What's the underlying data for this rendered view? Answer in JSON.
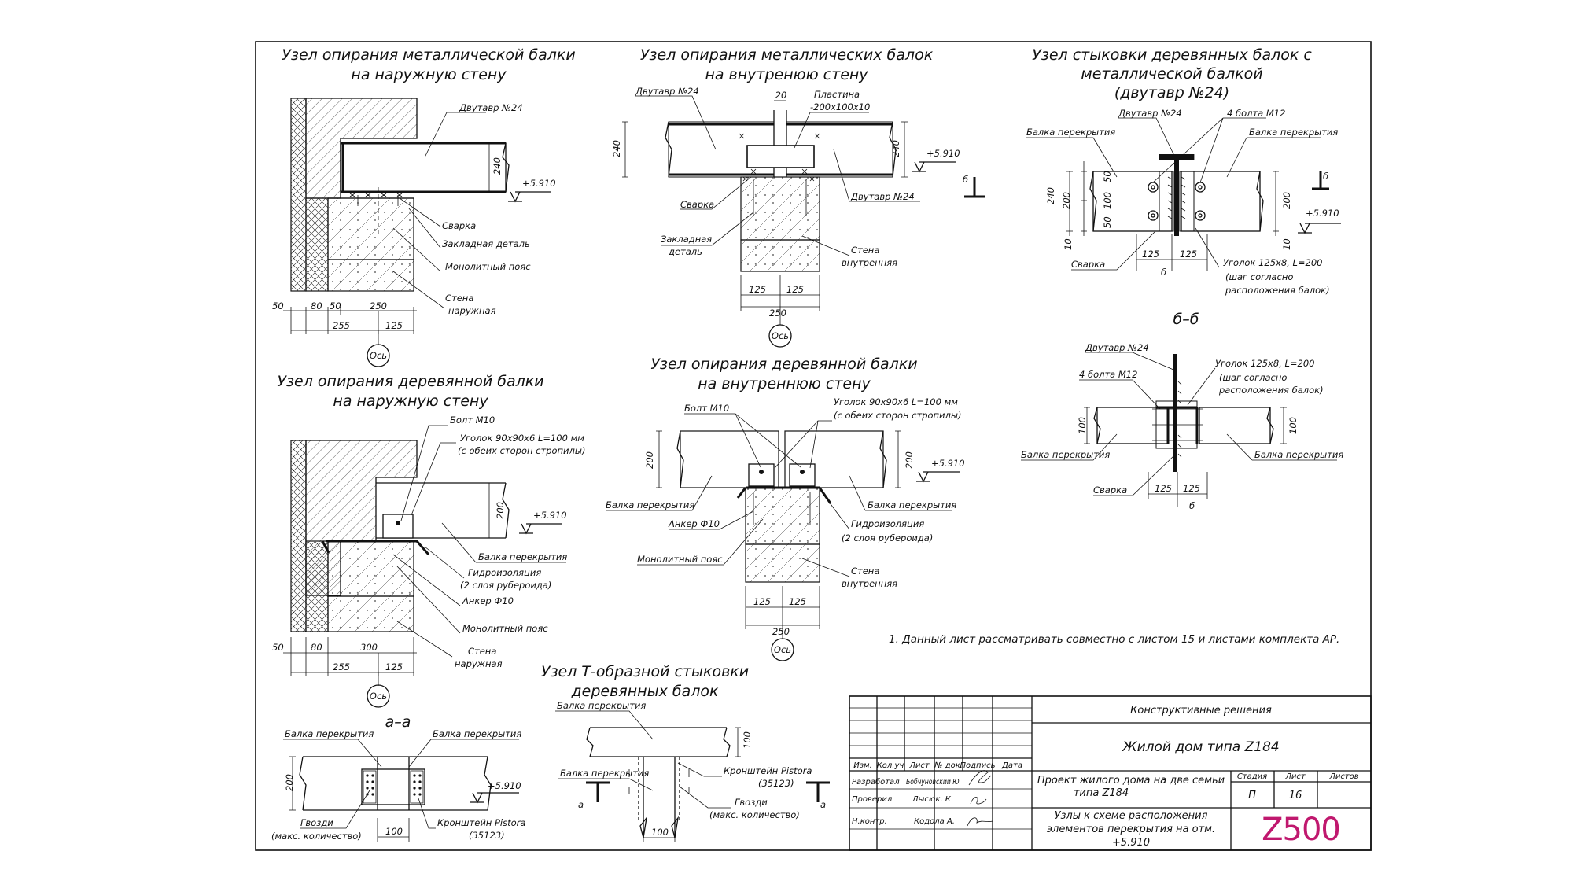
{
  "titles": {
    "n1": [
      "Узел опирания металлической балки",
      "на наружную стену"
    ],
    "n2": [
      "Узел опирания металлических балок",
      "на внутренюю стену"
    ],
    "n3": [
      "Узел стыковки деревянных балок с",
      "металлической балкой",
      "(двутавр №24)"
    ],
    "n4": [
      "Узел опирания деревянной балки",
      "на наружную стену"
    ],
    "n5": [
      "Узел опирания деревянной балки",
      "на внутреннюю стену"
    ],
    "n6": [
      "Узел Т-образной стыковки",
      "деревянных балок"
    ],
    "sec_bb": "б–б",
    "sec_aa": "а–а"
  },
  "labels": {
    "dvutavr24": "Двутавр №24",
    "svarka": "Сварка",
    "zakl": "Закладная деталь",
    "zakl_1": "Закладная",
    "zakl_2": "деталь",
    "monolit": "Монолитный пояс",
    "stena": "Стена",
    "naruzh": "наружная",
    "vnutr": "внутренняя",
    "plastina_1": "Пластина",
    "plastina_2": "-200х100х10",
    "balka": "Балка перекрытия",
    "bolta4": "4 болта М12",
    "ugolok125_1": "Уголок 125х8, L=200",
    "ugolok125_2": "(шаг согласно",
    "ugolok125_3": "расположения балок)",
    "boltm10": "Болт М10",
    "ugolok90_1": "Уголок 90х90х6 L=100 мм",
    "ugolok90_2": "(с обеих сторон стропилы)",
    "gidro_1": "Гидроизоляция",
    "gidro_2": "(2 слоя рубероида)",
    "anker": "Анкер Ф10",
    "os": "Ось",
    "mark": "+5.910",
    "b_sym": "б",
    "a_sym": "а",
    "kronsh_1": "Кронштейн Pistora",
    "kronsh_2": "(35123)",
    "gvozdi_1": "Гвозди",
    "gvozdi_2": "(макс. количество)"
  },
  "dims": {
    "d20": "20",
    "d240": "240",
    "d200": "200",
    "d100": "100",
    "d50": "50",
    "d10": "10",
    "d80": "80",
    "d250": "250",
    "d255": "255",
    "d125": "125",
    "d300": "300",
    "d6": "б"
  },
  "note": "1. Данный лист рассматривать совместно с листом 15 и листами комплекта АР.",
  "titleblock": {
    "headers": [
      "Изм.",
      "Кол.уч",
      "Лист",
      "№ док.",
      "Подпись",
      "Дата"
    ],
    "rows": [
      {
        "role": "Разработал",
        "name": "Бобчуновский Ю."
      },
      {
        "role": "Проверил",
        "name": "Лысюк. К"
      },
      {
        "role": "Н.контр.",
        "name": "Кодола А."
      }
    ],
    "section": "Конструктивные решения",
    "object": "Жилой дом типа Z184",
    "project_1": "Проект жилого дома на две семьи",
    "project_2": "типа Z184",
    "drawing_1": "Узлы к схеме расположения",
    "drawing_2": "элементов перекрытия на отм.",
    "drawing_3": "+5.910",
    "stage_h": "Стадия",
    "sheet_h": "Лист",
    "sheets_h": "Листов",
    "stage": "П",
    "sheet": "16",
    "sheets": "",
    "logo": "Z500",
    "logo_color": "#c0186e"
  }
}
